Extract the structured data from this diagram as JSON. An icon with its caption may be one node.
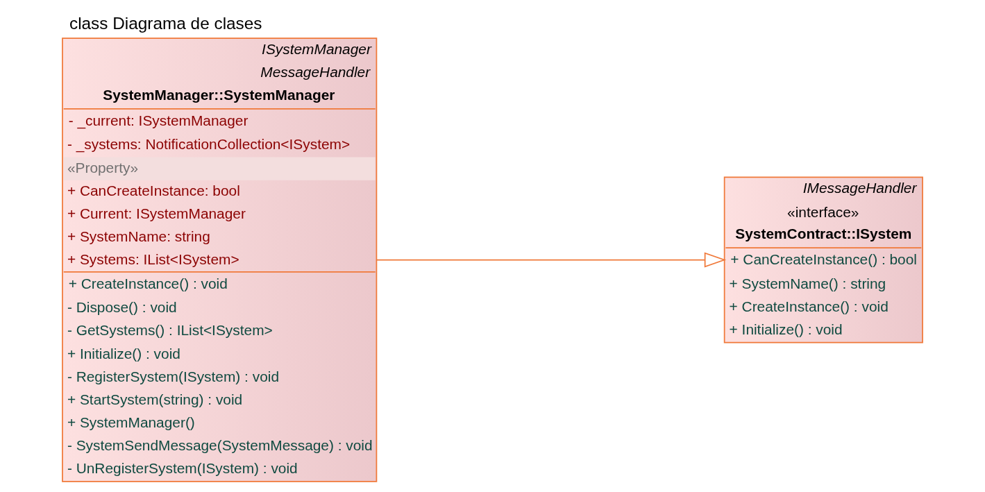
{
  "diagram": {
    "title": "class Diagrama de clases",
    "nodes": [
      {
        "text": [
          "ISystemManager",
          "MessageHandler",
          "SystemManager::SystemManager",
          "- _current: ISystemManager",
          "- _systems: NotificationCollection<ISystem>",
          "«Property»",
          "+ CanCreateInstance: bool",
          "+ Current: ISystemManager",
          "+ SystemName: string",
          "+ Systems: IList<ISystem>",
          "+ CreateInstance() : void",
          "- Dispose() : void",
          "- GetSystems() : IList<ISystem>",
          "+ Initialize() : void",
          "- RegisterSystem(ISystem) : void",
          "+ StartSystem(string) : void",
          "+ SystemManager()",
          "- SystemSendMessage(SystemMessage) : void",
          "- UnRegisterSystem(ISystem) : void"
        ]
      },
      {
        "text": [
          "IMessageHandler",
          "«interface»",
          "SystemContract::ISystem",
          "+ CanCreateInstance() : bool",
          "+ SystemName() : string",
          "+ CreateInstance() : void",
          "+ Initialize() : void"
        ]
      }
    ],
    "edges": [
      {
        "from": 0,
        "to": 1,
        "arrow": "to"
      }
    ]
  }
}
